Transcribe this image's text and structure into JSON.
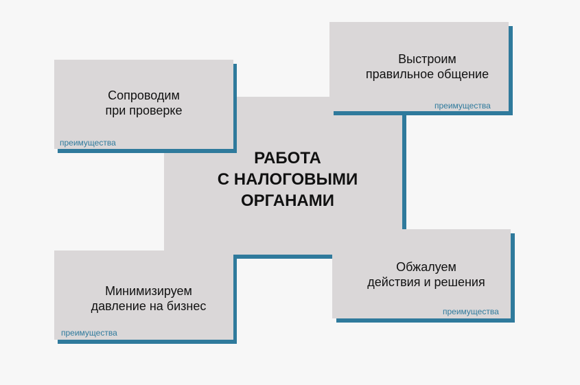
{
  "center": {
    "title_lines": [
      "РАБОТА",
      "С НАЛОГОВЫМИ",
      "ОРГАНАМИ"
    ]
  },
  "cards": {
    "top_left": {
      "title_lines": [
        "Сопроводим",
        "при проверке"
      ],
      "tag": "преимущества"
    },
    "top_right": {
      "title_lines": [
        "Выстроим",
        "правильное общение"
      ],
      "tag": "преимущества"
    },
    "bottom_left": {
      "title_lines": [
        "Минимизируем",
        "давление на бизнес"
      ],
      "tag": "преимущества"
    },
    "bottom_right": {
      "title_lines": [
        "Обжалуем",
        "действия и решения"
      ],
      "tag": "преимущества"
    }
  },
  "colors": {
    "accent": "#2f7a9c",
    "panel": "#dad7d8",
    "background": "#f7f7f7",
    "text": "#111111"
  }
}
